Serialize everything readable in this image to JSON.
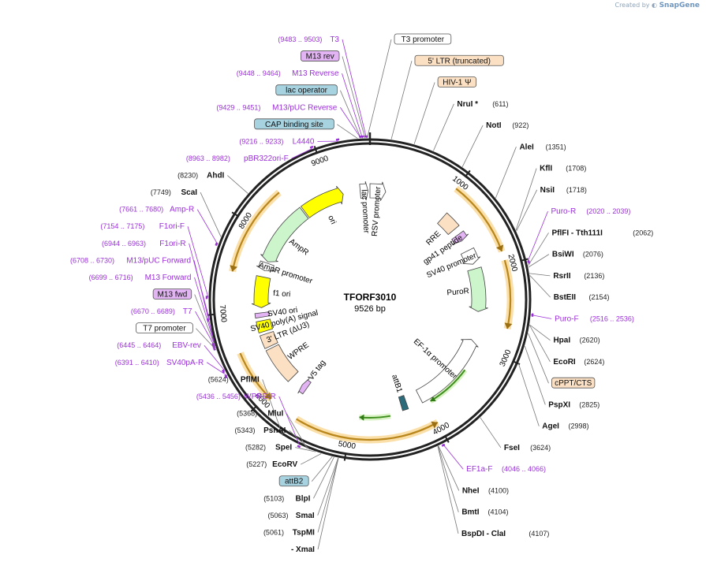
{
  "app": {
    "created_by": "Created by",
    "brand": "SnapGene"
  },
  "plasmid": {
    "name": "TFORF3010",
    "size_text": "9526 bp",
    "length": 9526
  },
  "colors": {
    "feature_line": "#555555",
    "primer": "#9b30d9",
    "ori": "#ffff00",
    "promoter": "#ffffff",
    "ltr": "#fbe0c3",
    "ampr": "#ccf5cc",
    "puro": "#ccf5cc",
    "orf": "#f2a73c",
    "orf_inner": "#7fcf43",
    "misc_blue": "#a7d2e0",
    "misc_purple": "#e3b4f3",
    "misc_gray": "#9e9e9e",
    "misc_teal": "#2c6b7a"
  },
  "ticks": [
    {
      "pos": 1000,
      "label": "1000"
    },
    {
      "pos": 2000,
      "label": "2000"
    },
    {
      "pos": 3000,
      "label": "3000"
    },
    {
      "pos": 4000,
      "label": "4000"
    },
    {
      "pos": 5000,
      "label": "5000"
    },
    {
      "pos": 6000,
      "label": "6000"
    },
    {
      "pos": 7000,
      "label": "7000"
    },
    {
      "pos": 8000,
      "label": "8000"
    },
    {
      "pos": 9000,
      "label": "9000"
    }
  ],
  "left_labels": [
    {
      "id": "t3",
      "coords": "(9483 .. 9503)",
      "name": "T3",
      "kind": "primer",
      "pos": 9493
    },
    {
      "id": "m13rev",
      "coords": "",
      "name": "M13 rev",
      "kind": "box_purple",
      "pos": 9480
    },
    {
      "id": "m13reverse",
      "coords": "(9448 .. 9464)",
      "name": "M13 Reverse",
      "kind": "primer",
      "pos": 9456
    },
    {
      "id": "lacop",
      "coords": "",
      "name": "lac operator",
      "kind": "box_blue",
      "pos": 9440
    },
    {
      "id": "m13puc_rev",
      "coords": "(9429 .. 9451)",
      "name": "M13/pUC Reverse",
      "kind": "primer",
      "pos": 9440
    },
    {
      "id": "cap",
      "coords": "",
      "name": "CAP binding site",
      "kind": "box_blue",
      "pos": 9410
    },
    {
      "id": "l4440",
      "coords": "(9216 .. 9233)",
      "name": "L4440",
      "kind": "primer",
      "pos": 9224
    },
    {
      "id": "pbr322",
      "coords": "(8963 .. 8982)",
      "name": "pBR322ori-F",
      "kind": "primer",
      "pos": 8972
    },
    {
      "id": "ahdi",
      "coords": "(8230)",
      "name": "AhdI",
      "kind": "enzyme",
      "pos": 8230
    },
    {
      "id": "scai",
      "coords": "(7749)",
      "name": "ScaI",
      "kind": "enzyme",
      "pos": 7749
    },
    {
      "id": "ampr",
      "coords": "(7661 .. 7680)",
      "name": "Amp-R",
      "kind": "primer",
      "pos": 7670
    },
    {
      "id": "f1orif",
      "coords": "(7154 .. 7175)",
      "name": "F1ori-F",
      "kind": "primer",
      "pos": 7164
    },
    {
      "id": "f1orir",
      "coords": "(6944 .. 6963)",
      "name": "F1ori-R",
      "kind": "primer",
      "pos": 6953
    },
    {
      "id": "m13puc_fwd",
      "coords": "(6708 .. 6730)",
      "name": "M13/pUC Forward",
      "kind": "primer",
      "pos": 6719
    },
    {
      "id": "m13forward",
      "coords": "(6699 .. 6716)",
      "name": "M13 Forward",
      "kind": "primer",
      "pos": 6707
    },
    {
      "id": "m13fwd",
      "coords": "",
      "name": "M13 fwd",
      "kind": "box_purple",
      "pos": 6700
    },
    {
      "id": "t7",
      "coords": "(6670 .. 6689)",
      "name": "T7",
      "kind": "primer",
      "pos": 6680
    },
    {
      "id": "t7prom",
      "coords": "",
      "name": "T7 promoter",
      "kind": "box_white",
      "pos": 6660
    },
    {
      "id": "ebvrev",
      "coords": "(6445 .. 6464)",
      "name": "EBV-rev",
      "kind": "primer",
      "pos": 6454
    },
    {
      "id": "sv40par",
      "coords": "(6391 .. 6410)",
      "name": "SV40pA-R",
      "kind": "primer",
      "pos": 6400
    },
    {
      "id": "pflmi",
      "coords": "(5624)",
      "name": "PflMI",
      "kind": "enzyme",
      "pos": 5624
    },
    {
      "id": "wprer",
      "coords": "(5436 .. 5456)",
      "name": "WPRE-R",
      "kind": "primer",
      "pos": 5446
    },
    {
      "id": "mlui",
      "coords": "(5368)",
      "name": "MluI",
      "kind": "enzyme",
      "pos": 5368
    },
    {
      "id": "pshai",
      "coords": "(5343)",
      "name": "PshAI",
      "kind": "enzyme",
      "pos": 5343
    },
    {
      "id": "spei",
      "coords": "(5282)",
      "name": "SpeI",
      "kind": "enzyme",
      "pos": 5282
    },
    {
      "id": "ecorv",
      "coords": "(5227)",
      "name": "EcoRV",
      "kind": "enzyme",
      "pos": 5227
    },
    {
      "id": "attb2",
      "coords": "",
      "name": "attB2",
      "kind": "box_blue",
      "pos": 5120
    },
    {
      "id": "blpi",
      "coords": "(5103)",
      "name": "BlpI",
      "kind": "enzyme",
      "pos": 5103
    },
    {
      "id": "smai",
      "coords": "(5063)",
      "name": "SmaI",
      "kind": "enzyme",
      "pos": 5063
    },
    {
      "id": "tspmi",
      "coords": "(5061)",
      "name": "TspMI",
      "kind": "enzyme",
      "pos": 5061
    },
    {
      "id": "xmai",
      "coords": "",
      "name": "- XmaI",
      "kind": "enzyme",
      "pos": 5061
    }
  ],
  "right_labels": [
    {
      "id": "t3prom",
      "coords": "",
      "name": "T3 promoter",
      "kind": "box_white",
      "pos": 9500
    },
    {
      "id": "ltr5",
      "coords": "",
      "name": "5' LTR (truncated)",
      "kind": "box_ltr",
      "pos": 200
    },
    {
      "id": "hiv",
      "coords": "",
      "name": "HIV-1 Ψ",
      "kind": "box_ltr",
      "pos": 420
    },
    {
      "id": "nrui",
      "coords": "(611)",
      "name": "NruI *",
      "kind": "enzyme",
      "pos": 611
    },
    {
      "id": "noti",
      "coords": "(922)",
      "name": "NotI",
      "kind": "enzyme",
      "pos": 922
    },
    {
      "id": "alei",
      "coords": "(1351)",
      "name": "AleI",
      "kind": "enzyme",
      "pos": 1351
    },
    {
      "id": "kfli",
      "coords": "(1708)",
      "name": "KflI",
      "kind": "enzyme",
      "pos": 1708
    },
    {
      "id": "nsii",
      "coords": "(1718)",
      "name": "NsiI",
      "kind": "enzyme",
      "pos": 1718
    },
    {
      "id": "puror",
      "coords": "(2020 .. 2039)",
      "name": "Puro-R",
      "kind": "primer",
      "pos": 2030
    },
    {
      "id": "pflfi",
      "coords": "(2062)",
      "name": "PflFI  - Tth111I",
      "kind": "enzyme",
      "pos": 2062
    },
    {
      "id": "bsiwi",
      "coords": "(2076)",
      "name": "BsiWI",
      "kind": "enzyme",
      "pos": 2076
    },
    {
      "id": "rsrii",
      "coords": "(2136)",
      "name": "RsrII",
      "kind": "enzyme",
      "pos": 2136
    },
    {
      "id": "bsteii",
      "coords": "(2154)",
      "name": "BstEII",
      "kind": "enzyme",
      "pos": 2154
    },
    {
      "id": "purof",
      "coords": "(2516 .. 2536)",
      "name": "Puro-F",
      "kind": "primer",
      "pos": 2526
    },
    {
      "id": "hpai",
      "coords": "(2620)",
      "name": "HpaI",
      "kind": "enzyme",
      "pos": 2620
    },
    {
      "id": "ecori",
      "coords": "(2624)",
      "name": "EcoRI",
      "kind": "enzyme",
      "pos": 2624
    },
    {
      "id": "cppt",
      "coords": "",
      "name": "cPPT/CTS",
      "kind": "box_ltr",
      "pos": 2700
    },
    {
      "id": "pspxi",
      "coords": "(2825)",
      "name": "PspXI",
      "kind": "enzyme",
      "pos": 2825
    },
    {
      "id": "agei",
      "coords": "(2998)",
      "name": "AgeI",
      "kind": "enzyme",
      "pos": 2998
    },
    {
      "id": "fsei",
      "coords": "(3624)",
      "name": "FseI",
      "kind": "enzyme",
      "pos": 3624
    },
    {
      "id": "ef1af",
      "coords": "(4046 .. 4066)",
      "name": "EF1a-F",
      "kind": "primer",
      "pos": 4056
    },
    {
      "id": "nhei",
      "coords": "(4100)",
      "name": "NheI",
      "kind": "enzyme",
      "pos": 4100
    },
    {
      "id": "bmti",
      "coords": "(4104)",
      "name": "BmtI",
      "kind": "enzyme",
      "pos": 4104
    },
    {
      "id": "bspdi",
      "coords": "(4107)",
      "name": "BspDI  - ClaI",
      "kind": "enzyme",
      "pos": 4107
    }
  ],
  "inner_features": [
    {
      "id": "ori",
      "name": "ori",
      "kind": "ori",
      "start": 8560,
      "end": 9150,
      "dir": 1
    },
    {
      "id": "lacprom",
      "name": "lac promoter",
      "kind": "promoter",
      "start": 9390,
      "end": 9500,
      "dir": 1
    },
    {
      "id": "rsvprom",
      "name": "RSV promoter",
      "kind": "promoter",
      "start": 0,
      "end": 220,
      "dir": 1
    },
    {
      "id": "rre",
      "name": "RRE",
      "kind": "ltr",
      "start": 1100,
      "end": 1330,
      "dir": 0
    },
    {
      "id": "gp41",
      "name": "gp41 peptide",
      "kind": "misc",
      "start": 1420,
      "end": 1520,
      "dir": 1
    },
    {
      "id": "sv40prom",
      "name": "SV40 promoter",
      "kind": "promoter",
      "start": 1680,
      "end": 1880,
      "dir": 1
    },
    {
      "id": "puroR",
      "name": "PuroR",
      "kind": "puro",
      "start": 1950,
      "end": 2550,
      "dir": 1
    },
    {
      "id": "ef1a",
      "name": "EF-1α promoter",
      "kind": "promoter",
      "start": 2950,
      "end": 4050,
      "dir": -1
    },
    {
      "id": "attb1",
      "name": "attB1",
      "kind": "teal",
      "start": 4250,
      "end": 4330,
      "dir": 0
    },
    {
      "id": "v5",
      "name": "V5 tag",
      "kind": "misc",
      "start": 5700,
      "end": 5780,
      "dir": 1
    },
    {
      "id": "wpre",
      "name": "WPRE",
      "kind": "ltr",
      "start": 5950,
      "end": 6450,
      "dir": 0
    },
    {
      "id": "ltr3",
      "name": "3' LTR (ΔU3)",
      "kind": "ltr",
      "start": 6480,
      "end": 6660,
      "dir": 0
    },
    {
      "id": "sv40pa",
      "name": "SV40 poly(A) signal",
      "kind": "ori",
      "start": 6700,
      "end": 6850,
      "dir": 0
    },
    {
      "id": "sv40ori",
      "name": "SV40 ori",
      "kind": "misc",
      "start": 6900,
      "end": 6960,
      "dir": 0
    },
    {
      "id": "f1ori",
      "name": "f1 ori",
      "kind": "ori",
      "start": 7030,
      "end": 7460,
      "dir": -1
    },
    {
      "id": "amprprom",
      "name": "AmpR promoter",
      "kind": "promoter",
      "start": 7550,
      "end": 7660,
      "dir": -1
    },
    {
      "id": "ampr_gene",
      "name": "AmpR",
      "kind": "ampr",
      "start": 7680,
      "end": 8540,
      "dir": -1
    }
  ],
  "orf_arcs": [
    {
      "start": 1000,
      "end": 1850,
      "dir": 1
    },
    {
      "start": 1950,
      "end": 2700,
      "dir": 1
    },
    {
      "start": 4000,
      "end": 5600,
      "dir": -1
    },
    {
      "start": 5950,
      "end": 6550,
      "dir": -1
    },
    {
      "start": 7450,
      "end": 8460,
      "dir": -1
    }
  ],
  "inner_green_arcs": [
    {
      "start": 3350,
      "end": 3950,
      "dir": 1
    },
    {
      "start": 4500,
      "end": 4900,
      "dir": 1
    }
  ]
}
